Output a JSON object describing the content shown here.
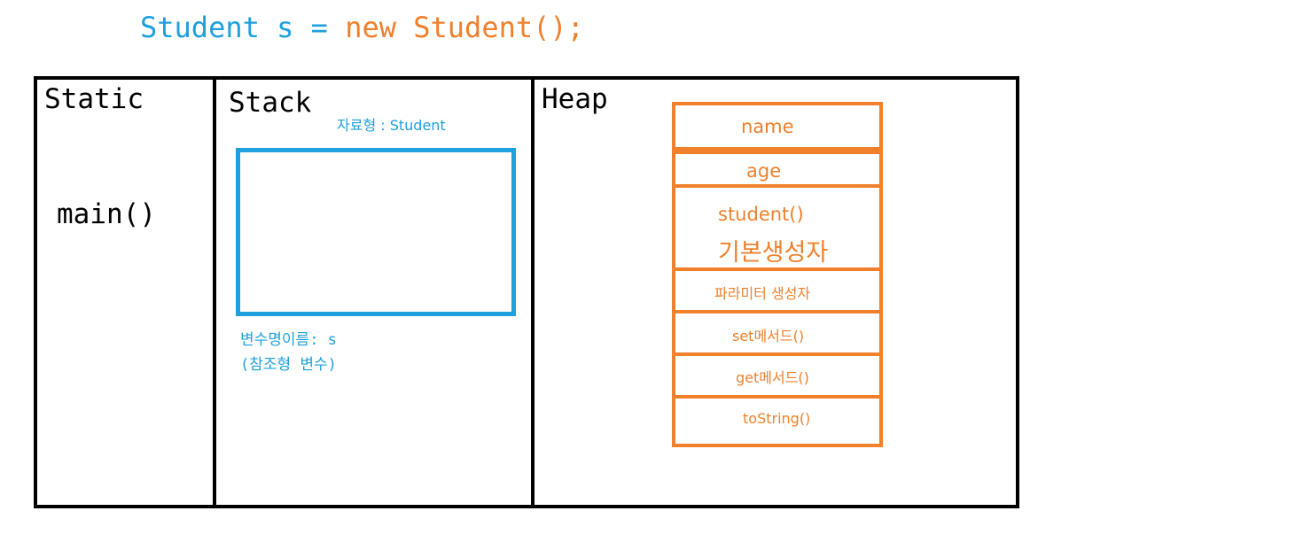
{
  "code_line": {
    "declaration": "Student s = ",
    "instantiation": "new Student();"
  },
  "sections": {
    "static": "Static",
    "stack": "Stack",
    "heap": "Heap"
  },
  "static_area": {
    "method": "main()"
  },
  "stack_area": {
    "type_label": "자료형 : Student",
    "variable_name": "변수명이름: s",
    "variable_kind": "(참조형 변수)"
  },
  "heap_object": {
    "members": [
      {
        "label": "name"
      },
      {
        "label": "age"
      },
      {
        "label": "student()",
        "sub": "기본생성자"
      },
      {
        "label": "파라미터 생성자"
      },
      {
        "label": "set메서드()"
      },
      {
        "label": "get메서드()"
      },
      {
        "label": "toString()"
      }
    ]
  },
  "colors": {
    "stack_accent": "#1ea0de",
    "heap_accent": "#f0802b",
    "frame": "#000000"
  }
}
